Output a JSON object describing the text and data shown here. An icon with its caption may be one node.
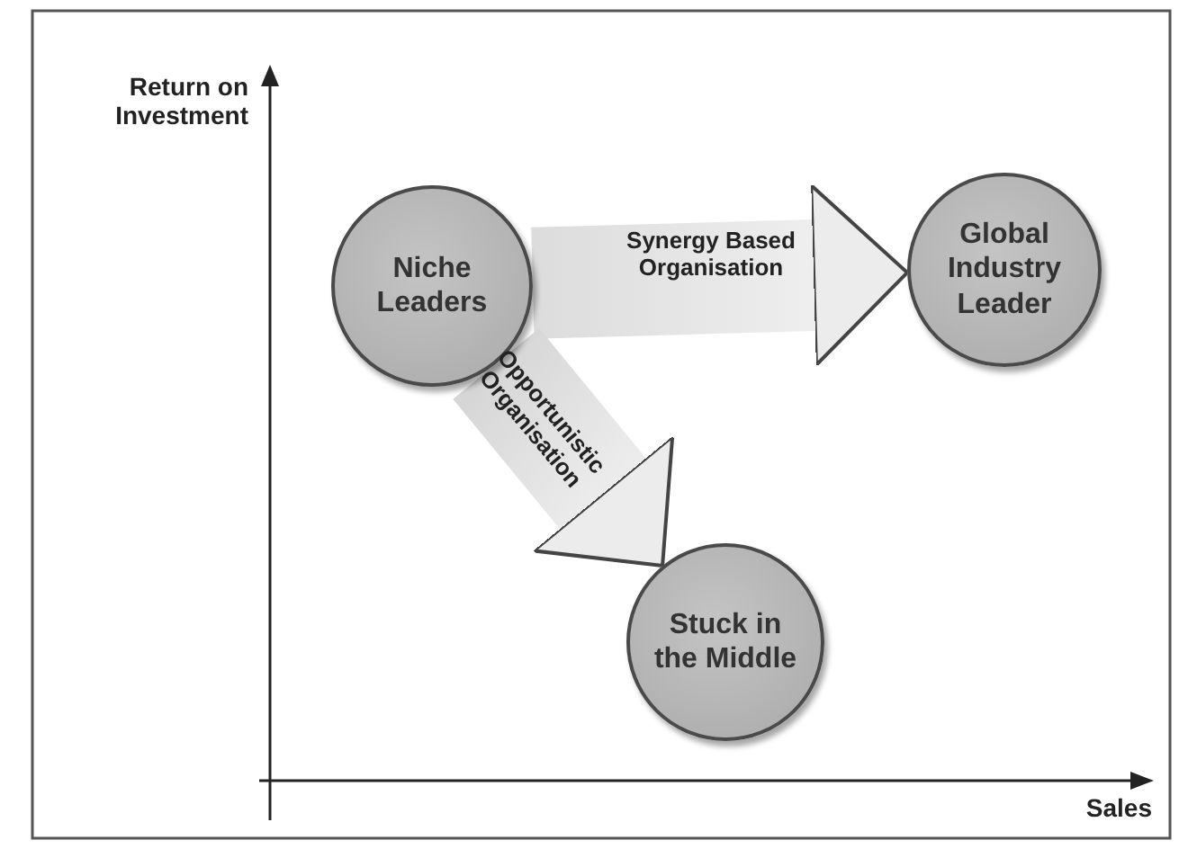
{
  "diagram": {
    "nodes": [
      {
        "text": [
          "Niche Leaders"
        ]
      },
      {
        "text": [
          "Global Industry Leader"
        ]
      },
      {
        "text": [
          "Stuck in the Middle"
        ]
      }
    ],
    "edges": [
      {
        "from": 0,
        "to": 1,
        "arrow": "to",
        "label": "Synergy Based Organisation"
      },
      {
        "from": 0,
        "to": 2,
        "arrow": "to",
        "label": "Opportunistic Organisation"
      }
    ],
    "labels": [
      "Return on Investment",
      "Sales"
    ]
  }
}
